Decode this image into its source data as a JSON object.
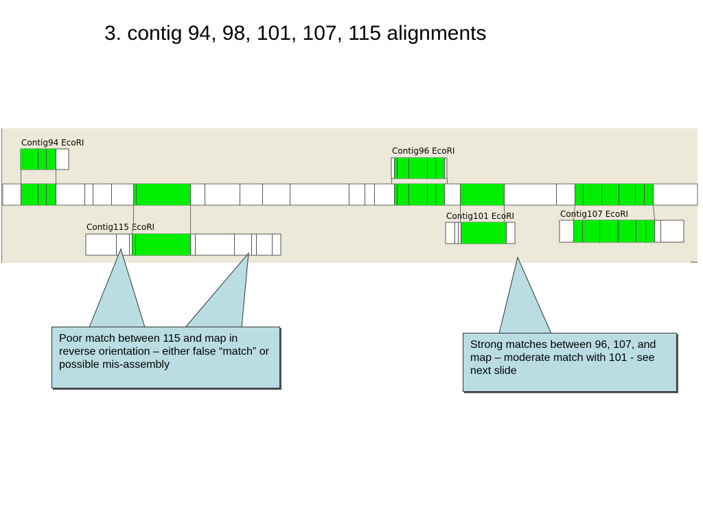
{
  "slide": {
    "title": "3. contig 94, 98, 101, 107, 115 alignments"
  },
  "alignment": {
    "panel_bg": "#ece9d8",
    "match_color": "#00ee00",
    "map_label": "",
    "contig_labels": {
      "contig94": "Contig94 EcoRI",
      "contig96": "Contig96 EcoRI",
      "contig101": "Contig101 EcoRI",
      "contig107": "Contig107 EcoRI",
      "contig115": "Contig115 EcoRI"
    }
  },
  "callouts": {
    "left": "Poor match between 115 and map in reverse orientation – either false “match”  or possible mis-assembly",
    "right": "Strong matches between 96, 107, and map – moderate match with 101 - see next slide"
  }
}
